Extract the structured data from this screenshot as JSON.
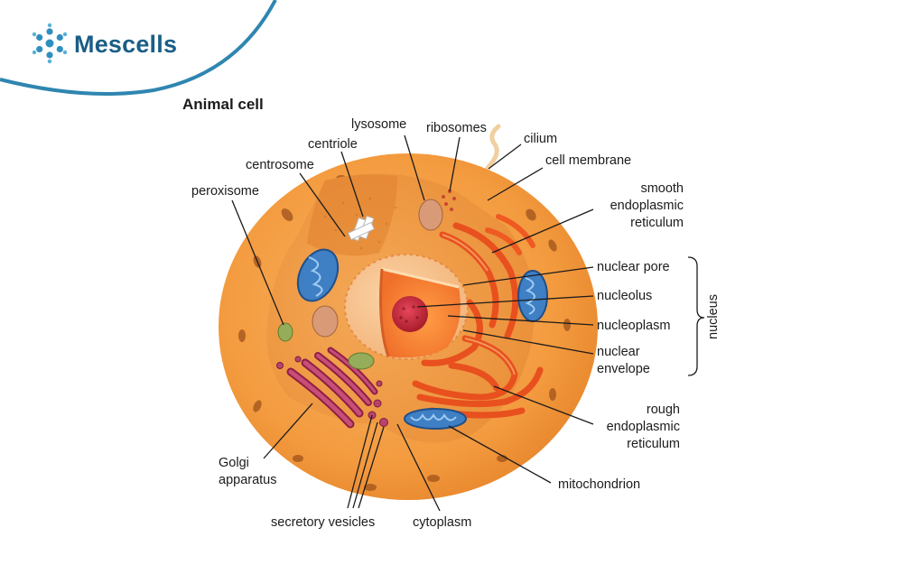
{
  "brand": {
    "name": "Mescells",
    "logo_icon": "cell-cluster-logo-icon",
    "accent": "#1a5e86",
    "swoosh": "#2f86b0"
  },
  "diagram": {
    "title": "Animal cell",
    "labels": {
      "lysosome": "lysosome",
      "ribosomes": "ribosomes",
      "cilium": "cilium",
      "centriole": "centriole",
      "cell_membrane": "cell membrane",
      "centrosome": "centrosome",
      "peroxisome": "peroxisome",
      "smooth_er": [
        "smooth",
        "endoplasmic",
        "reticulum"
      ],
      "nuclear_pore": "nuclear pore",
      "nucleolus": "nucleolus",
      "nucleoplasm": "nucleoplasm",
      "nuclear_envelope": [
        "nuclear",
        "envelope"
      ],
      "nucleus": "nucleus",
      "rough_er": [
        "rough",
        "endoplasmic",
        "reticulum"
      ],
      "golgi": [
        "Golgi",
        "apparatus"
      ],
      "mitochondrion": "mitochondrion",
      "secretory_vesicles": "secretory vesicles",
      "cytoplasm": "cytoplasm"
    },
    "colors": {
      "membrane": "#f3a24a",
      "cytoplasm": "#f0a04a",
      "nucleus": "#f58a3a",
      "nucleolus": "#c8283a",
      "er": "#e8501e",
      "golgi": "#b22a55",
      "mitochondrion": "#3f7fc4"
    }
  }
}
